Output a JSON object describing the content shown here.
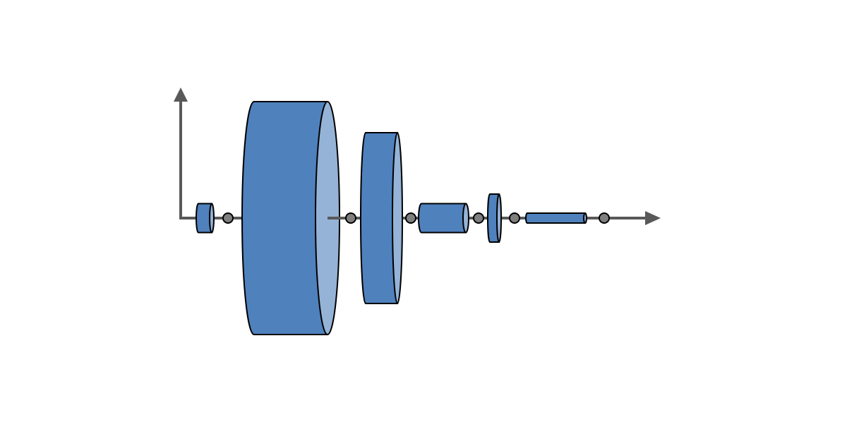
{
  "colors": {
    "background": "#ffffff",
    "axis": "#595959",
    "body_fill": "#4f81bd",
    "face_fill": "#95b3d7",
    "outline": "#000000",
    "joint_fill": "#7f7f7f"
  },
  "axes": {
    "vertical_arrow": "up",
    "horizontal_arrow": "right"
  },
  "components": [
    {
      "kind": "cylinder",
      "name": "small-disc"
    },
    {
      "kind": "joint",
      "name": "joint-1"
    },
    {
      "kind": "cylinder",
      "name": "large-drum"
    },
    {
      "kind": "joint",
      "name": "joint-2"
    },
    {
      "kind": "cylinder",
      "name": "medium-disc"
    },
    {
      "kind": "joint",
      "name": "joint-3"
    },
    {
      "kind": "cylinder",
      "name": "short-cylinder"
    },
    {
      "kind": "joint",
      "name": "joint-4"
    },
    {
      "kind": "cylinder",
      "name": "thin-disc"
    },
    {
      "kind": "joint",
      "name": "joint-5"
    },
    {
      "kind": "cylinder",
      "name": "long-shaft"
    },
    {
      "kind": "joint",
      "name": "joint-6"
    }
  ]
}
